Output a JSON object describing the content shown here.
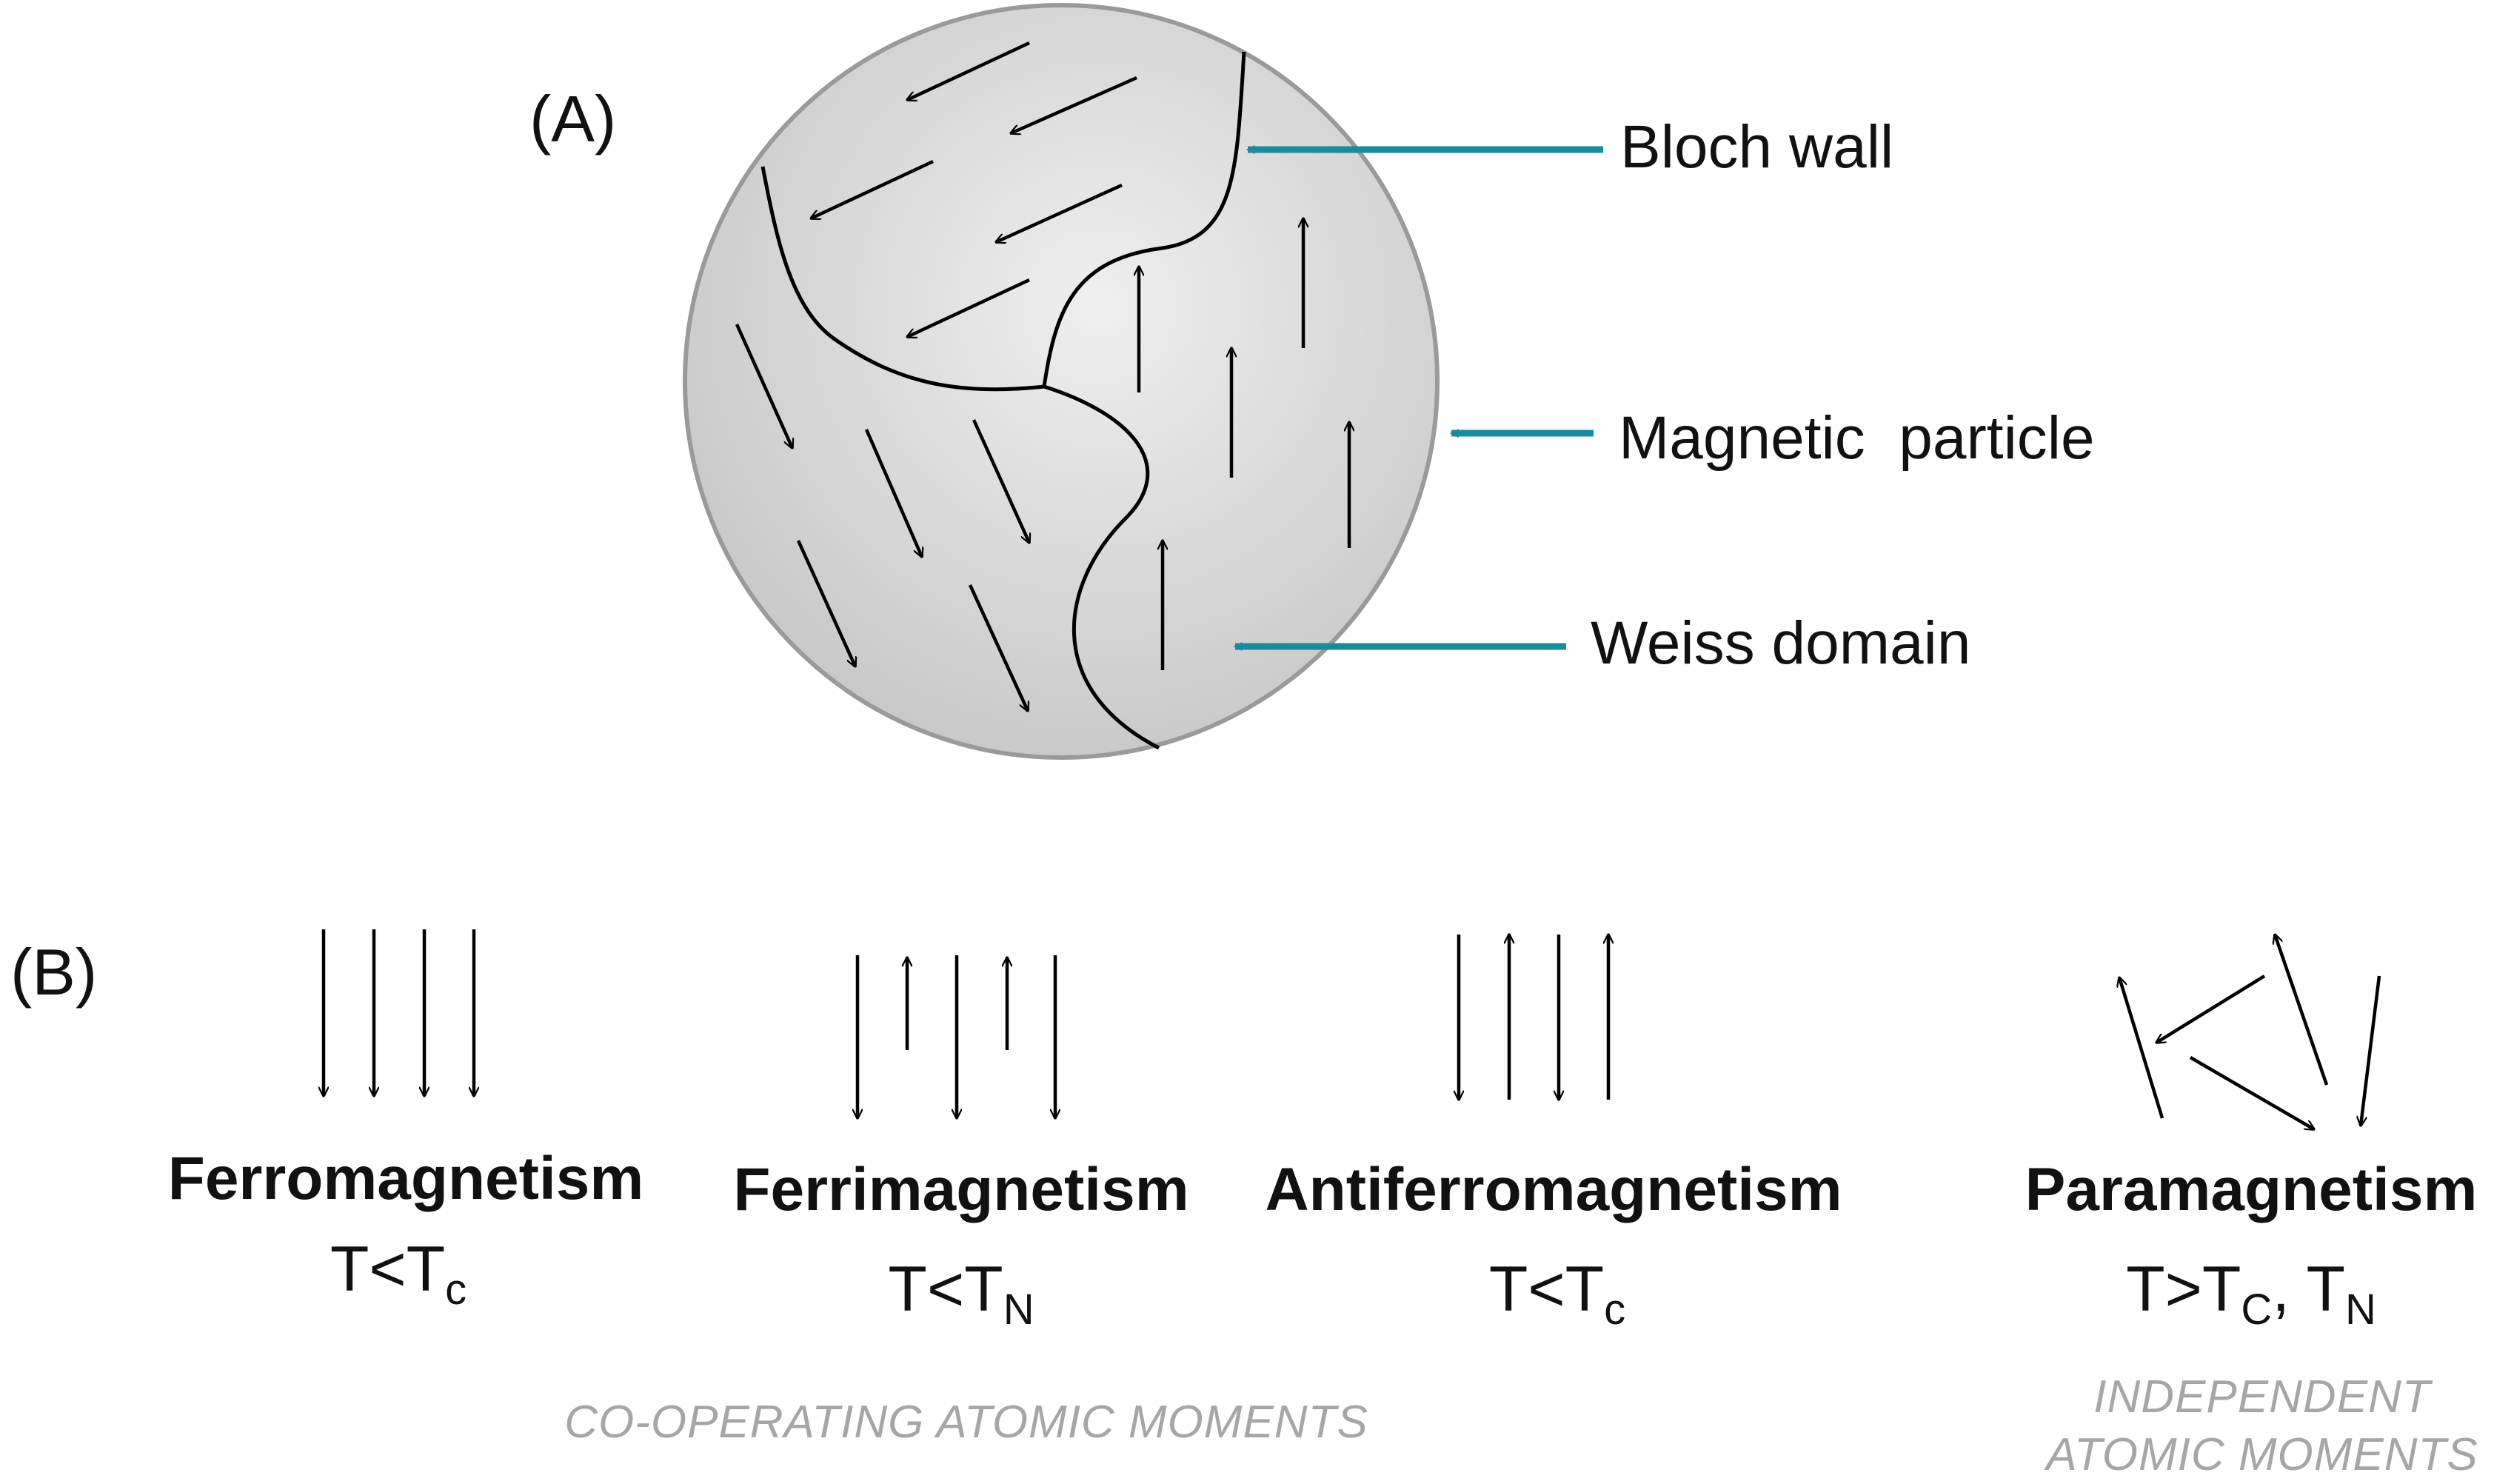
{
  "panel_a": {
    "label": "(A)",
    "callouts": {
      "bloch_wall": "Bloch wall",
      "magnetic_particle": "Magnetic  particle",
      "weiss_domain": "Weiss domain"
    },
    "colors": {
      "callout_arrow": "#1a8a9e",
      "particle_fill_light": "#eeeeee",
      "particle_fill_dark": "#c9c9c9",
      "particle_stroke": "#9a9a9a"
    }
  },
  "panel_b": {
    "label": "(B)",
    "types": [
      {
        "name": "Ferromagnetism",
        "condition_main": "T<T",
        "condition_sub": "c",
        "condition_extra": "",
        "condition_extra_sub": ""
      },
      {
        "name": "Ferrimagnetism",
        "condition_main": "T<T",
        "condition_sub": "N",
        "condition_extra": "",
        "condition_extra_sub": ""
      },
      {
        "name": "Antiferromagnetism",
        "condition_main": "T<T",
        "condition_sub": "c",
        "condition_extra": "",
        "condition_extra_sub": ""
      },
      {
        "name": "Paramagnetism",
        "condition_main": "T>T",
        "condition_sub": "C",
        "condition_extra": ", T",
        "condition_extra_sub": "N"
      }
    ],
    "group_cooperating": "CO-OPERATING ATOMIC MOMENTS",
    "group_independent_line1": "INDEPENDENT",
    "group_independent_line2": "ATOMIC MOMENTS",
    "colors": {
      "group_text": "#a6a6a6"
    }
  }
}
